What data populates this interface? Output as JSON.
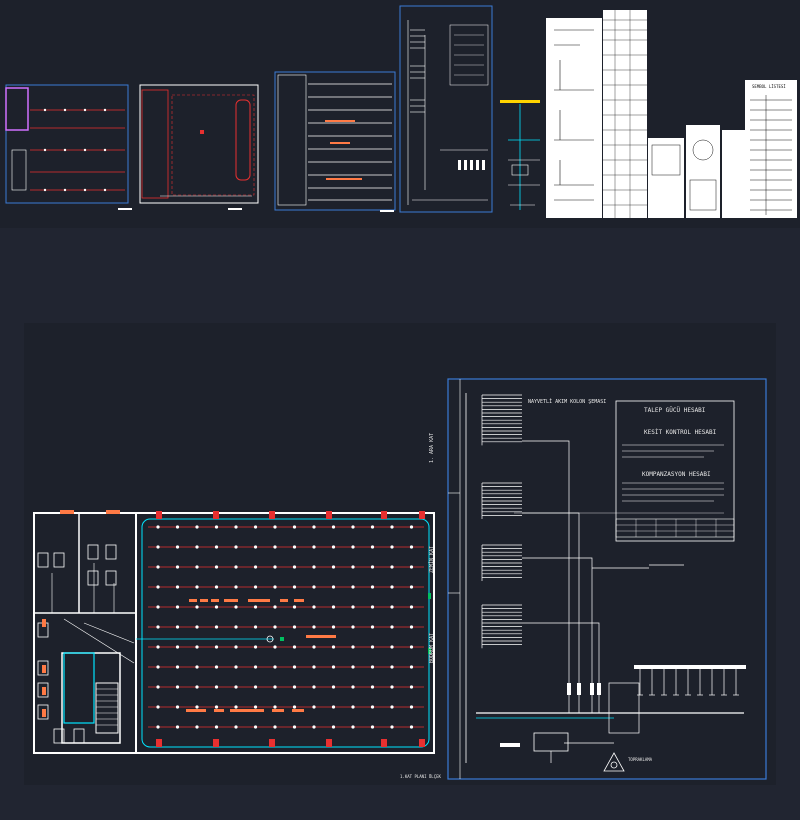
{
  "thumbnails": {
    "legend_title": "SEMBOL LİSTESİ"
  },
  "main": {
    "plan_label": "1.KAT PLANI ÖLÇEK",
    "column_diagram_title": "NAYVETLİ AKIM KOLON ŞEMASI",
    "floors": [
      "1. ARA KAT",
      "ZEMİN KAT",
      "BODRUM KAT"
    ],
    "demand_box_title": "TALEP GÜCÜ HESABI",
    "section_title": "KESİT KONTROL HESABI",
    "compensation_title": "KOMPANZASYON HESABI",
    "ground_label": "TOPRAKLAMA"
  },
  "colors": {
    "background": "#212531",
    "sheet": "#1d212b",
    "wall": "#ffffff",
    "circuit": "#e83030",
    "frame": "#3a7bd5",
    "cyan": "#00e5ff",
    "accent": "#ff7a45"
  }
}
